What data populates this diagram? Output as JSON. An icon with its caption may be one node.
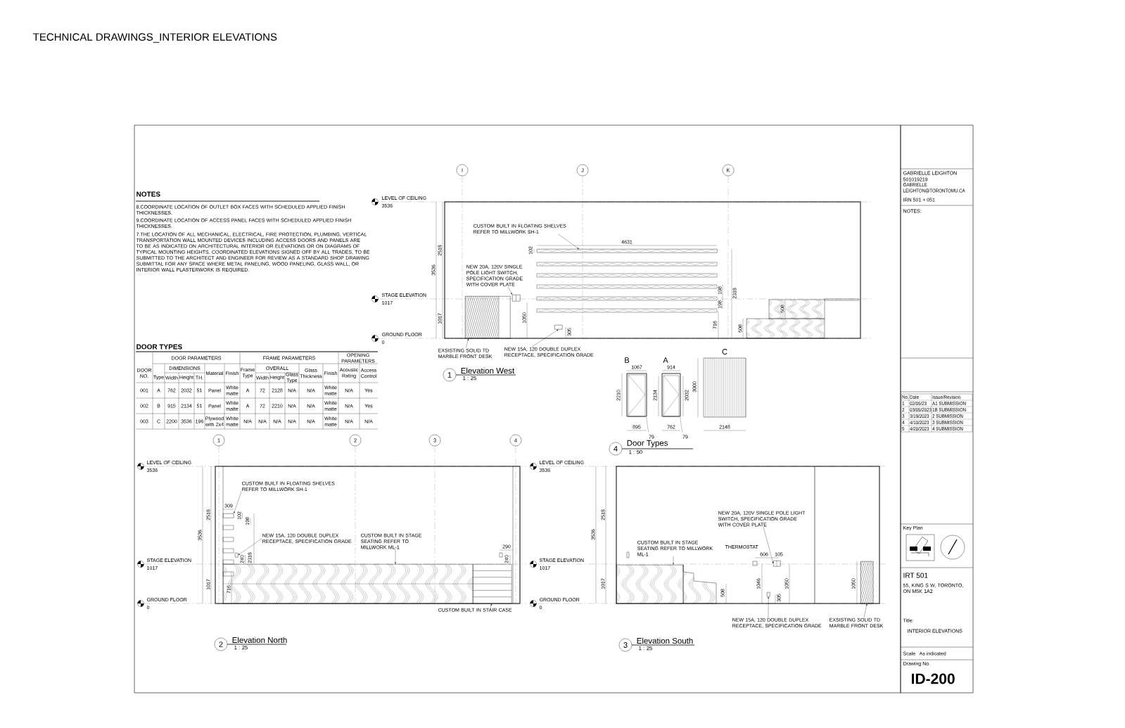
{
  "diagram": {
    "title": "TECHNICAL DRAWINGS_INTERIOR ELEVATIONS",
    "nodes": [
      {
        "text": [
          "I"
        ]
      },
      {
        "text": [
          "J"
        ]
      },
      {
        "text": [
          "K"
        ]
      },
      {
        "text": [
          "CUSTOM BUILT IN FLOATING SHELVES REFER TO MILLWORK SH-1"
        ]
      },
      {
        "text": [
          "NEW 20A, 120V SINGLE POLE LIGHT SWITCH, SPECIFICATION GRADE WITH COVER PLATE"
        ]
      },
      {
        "text": [
          "EXSISTING SOLID TD MARBLE FRONT DESK"
        ]
      },
      {
        "text": [
          "NEW 15A, 120 DOUBLE DUPLEX RECEPTACE, SPECIFICATION GRADE"
        ]
      },
      {
        "text": [
          "1"
        ],
        "beside": [
          "Elevation West",
          "1 : 25"
        ]
      },
      {
        "text": [
          "4"
        ],
        "beside": [
          "Door Types",
          "1 : 50"
        ]
      },
      {
        "text": [
          "1"
        ]
      },
      {
        "text": [
          "2"
        ]
      },
      {
        "text": [
          "3"
        ]
      },
      {
        "text": [
          "4"
        ]
      },
      {
        "text": [
          "CUSTOM BUILT IN FLOATING SHELVES REFER TO MILLWORK SH-1"
        ]
      },
      {
        "text": [
          "NEW 15A, 120 DOUBLE DUPLEX RECEPTACE, SPECIFICATION GRADE"
        ]
      },
      {
        "text": [
          "CUSTOM BUILT IN STAGE SEATING REFER TO MILLWORK ML-1"
        ]
      },
      {
        "text": [
          "CUSTOM BUILT IN STAIR CASE"
        ]
      },
      {
        "text": [
          "2"
        ],
        "beside": [
          "Elevation North",
          "1 : 25"
        ]
      },
      {
        "text": [
          "NEW 20A, 120V SINGLE POLE LIGHT SWITCH, SPECIFICATION GRADE WITH COVER PLATE"
        ]
      },
      {
        "text": [
          "CUSTOM BUILT IN STAGE SEATING REFER TO MILLWORK ML-1"
        ]
      },
      {
        "text": [
          "NEW 15A, 120 DOUBLE DUPLEX RECEPTACE, SPECIFICATION GRADE"
        ]
      },
      {
        "text": [
          "EXSISTING SOLID TD MARBLE FRONT DESK"
        ]
      },
      {
        "text": [
          "3"
        ],
        "beside": [
          "Elevation South",
          "1 : 25"
        ]
      },
      {
        "text": [],
        "shape": "box"
      },
      {
        "text": [],
        "shape": "box"
      },
      {
        "text": [],
        "shape": "box"
      },
      {
        "text": [],
        "shape": "box"
      },
      {
        "text": [],
        "shape": "box"
      },
      {
        "text": [],
        "shape": "box"
      },
      {
        "text": [],
        "shape": "box"
      },
      {
        "text": [],
        "shape": "box"
      },
      {
        "text": [],
        "shape": "box"
      },
      {
        "text": [],
        "shape": "box"
      },
      {
        "text": [],
        "shape": "box"
      },
      {
        "text": [],
        "shape": "box"
      }
    ],
    "edges": [
      {
        "from": 3,
        "to": 23,
        "arrow": "to"
      },
      {
        "from": 4,
        "to": 24,
        "arrow": "to"
      },
      {
        "from": 5,
        "to": 25,
        "arrow": "to"
      },
      {
        "from": 6,
        "to": 26,
        "arrow": "to"
      },
      {
        "from": 13,
        "to": 27,
        "arrow": "to"
      },
      {
        "from": 14,
        "to": 28,
        "arrow": "to"
      },
      {
        "from": 15,
        "to": 29,
        "arrow": "to"
      },
      {
        "from": 16,
        "to": 30,
        "arrow": "to"
      },
      {
        "from": 18,
        "to": 31,
        "arrow": "to"
      },
      {
        "from": 19,
        "to": 32,
        "arrow": "to"
      },
      {
        "from": 20,
        "to": 33,
        "arrow": "to"
      },
      {
        "from": 21,
        "to": 34,
        "arrow": "to"
      }
    ],
    "labels": [
      "NOTES",
      "8.COORDINATE LOCATION OF OUTLET BOX FACES WITH SCHEDULED APPLIED FINISH THICKNESSES.",
      "9.COORDINATE LOCATION OF ACCESS PANEL FACES WITH SCHEDULED APPLIED FINISH THICKNESSES.",
      "7.THE LOCATION OF ALL MECHANICAL, ELECTRICAL, FIRE PROTECTION, PLUMBING, VERTICAL TRANSPORTATION WALL MOUNTED DEVICES INCLUDING ACCESS DOORS AND PANELS ARE TO BE AS INDICATED ON ARCHITECTURAL INTERIOR OR ELEVATIONS OR ON DIAGRAMS OF TYPICAL MOUNTING HEIGHTS. COORDINATED ELEVATIONS SIGNED OFF BY ALL TRADES, TO BE SUBMITTED TO THE ARCHITECT AND ENGINEER FOR REVIEW AS A STANDARD SHOP DRAWING SUBMITTAL FOR ANY SPACE WHERE METAL PANELING, WOOD PANELING, GLASS WALL, OR INTERIOR WALL PLASTERWORK IS REQUIRED.",
      "DOOR TYPES",
      "DOOR PARAMETERS",
      "FRAME PARAMETERS",
      "OPENING PARAMETERS",
      "DOOR NO.",
      "DIMENSIONS",
      "Frame Type",
      "OVERALL",
      "Glass Thickness",
      "Acoustic Rating",
      "Access Control",
      "Type",
      "Width",
      "Height",
      "TH.",
      "Material",
      "Finish",
      "Width",
      "Height",
      "Glass Type",
      "Finish",
      "001",
      "A",
      "762",
      "2032",
      "51",
      "Panel",
      "White matte",
      "A",
      "72",
      "2128",
      "N/A",
      "N/A",
      "White matte",
      "N/A",
      "Yes",
      "002",
      "B",
      "915",
      "2134",
      "51",
      "Panel",
      "White matte",
      "A",
      "72",
      "2210",
      "N/A",
      "N/A",
      "White matte",
      "N/A",
      "Yes",
      "003",
      "C",
      "2200",
      "3536",
      "196",
      "Plywood with 2x4",
      "White matte",
      "N/A",
      "N/A",
      "N/A",
      "N/A",
      "N/A",
      "White matte",
      "N/A",
      "N/A",
      "LEVEL OF CEILING",
      "3536",
      "STAGE ELEVATION",
      "1017",
      "GROUND FLOOR",
      "0",
      "2518",
      "3536",
      "1017",
      "4631",
      "102",
      "198",
      "198",
      "2318",
      "1050",
      "305",
      "716",
      "508",
      "508",
      "B",
      "A",
      "C",
      "1067",
      "914",
      "2210",
      "2134",
      "2032",
      "3000",
      "895",
      "762",
      "2148",
      "79",
      "79",
      "LEVEL OF CEILING",
      "3536",
      "STAGE ELEVATION",
      "1017",
      "GROUND FLOOR",
      "0",
      "2518",
      "3536",
      "1017",
      "309",
      "102",
      "198",
      "240",
      "2318",
      "716",
      "290",
      "240",
      "LEVEL OF CEILING",
      "3536",
      "STAGE ELEVATION",
      "1017",
      "GROUND FLOOR",
      "0",
      "THERMOSTAT",
      "2518",
      "3536",
      "1017",
      "606",
      "105",
      "1046",
      "1050",
      "305",
      "508",
      "1050",
      "GABRIELLE LEIGHTON",
      "501019219",
      "GABRIELLE LEIGHTON@TORONTOMU.CA",
      "IRN 501 + 051",
      "NOTES:",
      "No.",
      "Date",
      "Issue/Revision",
      "1",
      "02/05/23",
      "A1 SUBMISSION",
      "2",
      "03/05/2023",
      "1B SUBMISSION",
      "3",
      "3/19/2023",
      "2 SUBMISSION",
      "4",
      "4/10/2023",
      "3 SUBMISSION",
      "5",
      "4/20/2023",
      "4 SUBMISSION",
      "Key Plan",
      "IRT 501",
      "55, KING S W, TORONTO, ON M5K 1A2",
      "Title:",
      "INTERIOR ELEVATIONS",
      "Scale",
      "As indicated",
      "Drawing No.",
      "ID-200"
    ]
  }
}
